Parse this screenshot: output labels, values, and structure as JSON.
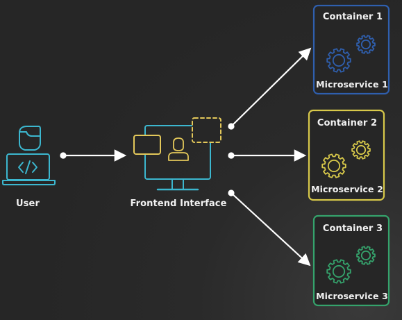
{
  "nodes": {
    "user": {
      "label": "User"
    },
    "frontend": {
      "label": "Frontend Interface"
    }
  },
  "containers": [
    {
      "title": "Container 1",
      "service": "Microservice 1",
      "color": "#2f5fae"
    },
    {
      "title": "Container 2",
      "service": "Microservice 2",
      "color": "#d8c94a"
    },
    {
      "title": "Container 3",
      "service": "Microservice 3",
      "color": "#35a36c"
    }
  ],
  "colors": {
    "user_icon": "#3cb7cf",
    "monitor": "#3cb7cf",
    "monitor_accent": "#e3c85a",
    "arrows": "#ffffff"
  }
}
